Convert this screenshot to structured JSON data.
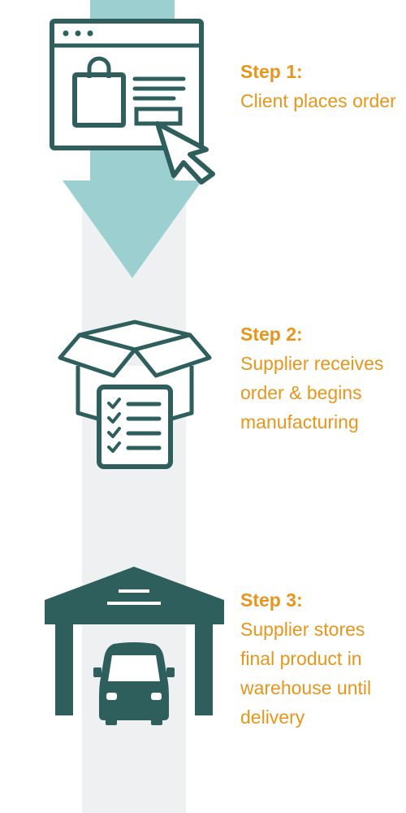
{
  "colors": {
    "accent_text": "#e8951c",
    "icon": "#2e5f5c",
    "arrow": "#9bcfd0",
    "track": "#eef0f2",
    "background": "#ffffff"
  },
  "steps": [
    {
      "title": "Step 1:",
      "description": "Client places order",
      "icon": "browser-shopping-bag-cursor-icon"
    },
    {
      "title": "Step 2:",
      "description": "Supplier receives order & begins manufacturing",
      "icon": "open-box-checklist-icon"
    },
    {
      "title": "Step 3:",
      "description": "Supplier stores final product in warehouse until delivery",
      "icon": "warehouse-van-icon"
    }
  ]
}
